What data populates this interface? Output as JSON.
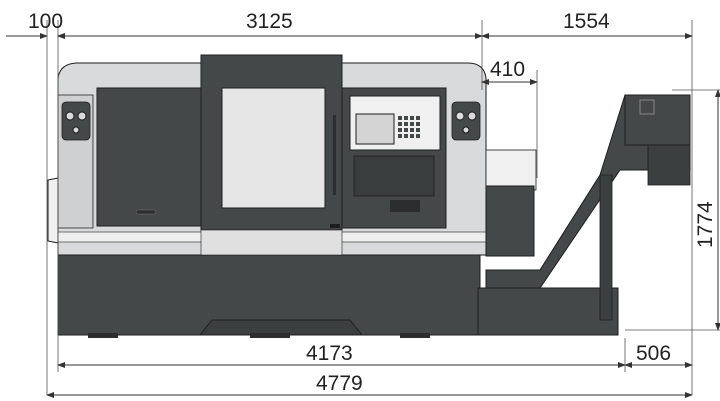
{
  "dimensions": {
    "left_margin": "100",
    "machine_length": "3125",
    "conveyor_length": "1554",
    "door_offset": "410",
    "height": "1774",
    "base_length": "4173",
    "conveyor_base": "506",
    "total_length": "4779"
  },
  "colors": {
    "body_dark": "#454849",
    "body_light": "#d9dadb",
    "panel_white": "#f0f0f0",
    "window": "#e6e6e6",
    "outline": "#1e1e1e"
  }
}
